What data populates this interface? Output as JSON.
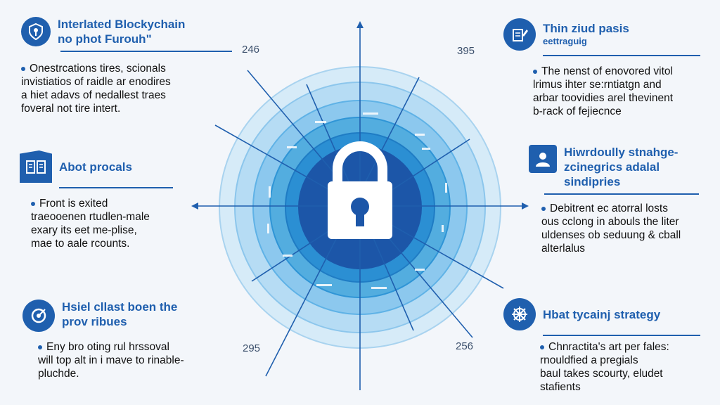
{
  "colors": {
    "primary": "#1f5fae",
    "ring_outer": "#cfe6f6",
    "ring_mid": "#8cc6ec",
    "ring_inner": "#3fa3e0",
    "core": "#1c56a8"
  },
  "panels": {
    "top_left": {
      "icon": "shield-key-icon",
      "title": "Interlated Blockychain",
      "subtitle": "no phot Furouh\"",
      "lines": [
        "Onestrcations tires, scionals",
        "invistiatios of raidle ar enodires",
        "a hiet adavs of nedallest traes",
        "foveral not tire intert."
      ]
    },
    "mid_left": {
      "icon": "book-icon",
      "title": "Abot procals",
      "lines": [
        "Front is exited",
        "traeooenen rtudlen-male",
        "exary its eet me-plise,",
        "mae to aale rcounts."
      ]
    },
    "bottom_left": {
      "icon": "target-icon",
      "title": "Hsiel cllast boen the",
      "subtitle": "prov ribues",
      "lines": [
        "Eny bro oting rul hrssoval",
        "will top alt in i mave to rinable-",
        "pluchde."
      ]
    },
    "top_right": {
      "icon": "document-edit-icon",
      "title": "Thin ziud pasis",
      "subtitle": "eettraguig",
      "lines": [
        "The nenst of enovored vitol",
        "lrimus ihter se:rntiatgn and",
        "arbar toovidies arel thevinent",
        "b-rack of fejiecnce"
      ]
    },
    "mid_right": {
      "icon": "user-icon",
      "title": "Hiwrdoully stnahge-",
      "subtitle": "zcinegrics adalal",
      "subtitle2": "sindipries",
      "lines": [
        "Debitrent ec atorral losts",
        "ous cclong in abouls the liter",
        "uldenses ob seduung & cball",
        "alterlalus"
      ]
    },
    "bottom_right": {
      "icon": "ship-wheel-icon",
      "title": "Hbat tycainj strategy",
      "lines": [
        "Chnractita's art per fales:",
        "rnouldfied a pregials",
        "baul takes scourty, eludet",
        "stafients"
      ]
    }
  },
  "numbers": {
    "top_left": "246",
    "top_right": "395",
    "bottom_left": "295",
    "bottom_right": "256"
  }
}
